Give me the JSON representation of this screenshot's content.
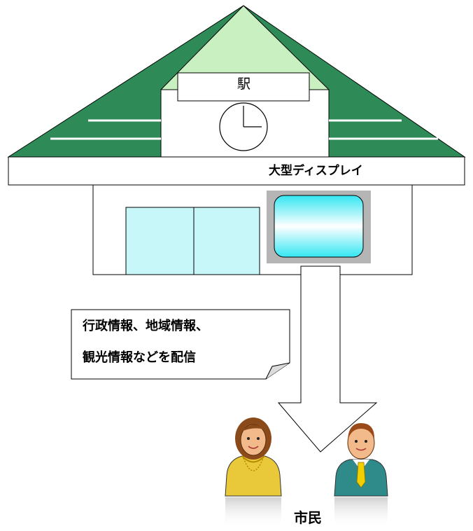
{
  "station": {
    "label": "駅"
  },
  "display": {
    "label": "大型ディスプレイ"
  },
  "note": {
    "line1": "行政情報、地域情報、",
    "line2": "観光情報などを配信"
  },
  "citizens": {
    "label": "市民"
  },
  "colors": {
    "roof_dark_green": "#2e8b57",
    "roof_light_green": "#c9f0c0",
    "window_cyan": "#c8f7fa",
    "screen_cyan": "#33e6f2",
    "screen_frame": "#b5b5b5",
    "woman_shirt": "#e9c83a",
    "man_suit": "#2f8a8a",
    "man_tie": "#f0d000"
  }
}
